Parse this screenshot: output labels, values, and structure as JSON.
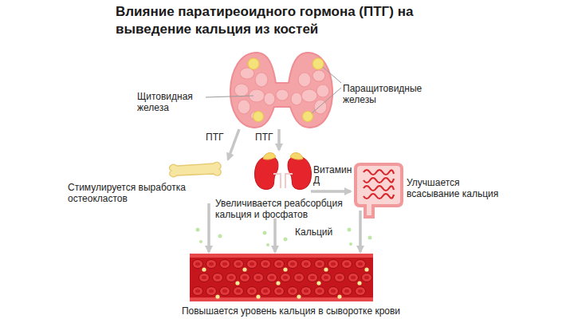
{
  "diagram": {
    "title": "Влияние паратиреоидного гормона (ПТГ) на выведение кальция из костей",
    "nodes": [
      {
        "text": [
          "Щитовидная железа",
          "Паращитовидные железы"
        ]
      },
      {
        "text": [
          "Стимулируется выработка остеокластов"
        ]
      },
      {
        "text": [
          "Увеличивается реабсорбция кальция и фосфатов"
        ]
      },
      {
        "text": [
          "Улучшается всасывание кальция"
        ]
      },
      {
        "text": [
          "Повышается уровень кальция в сыворотке крови"
        ]
      }
    ],
    "edges": [
      {
        "from": 0,
        "to": 1,
        "label": "ПТГ",
        "arrow": "to"
      },
      {
        "from": 0,
        "to": 2,
        "label": "ПТГ",
        "arrow": "to"
      },
      {
        "from": 2,
        "to": 3,
        "label": "Витамин Д",
        "arrow": "to"
      },
      {
        "from": 1,
        "to": 4,
        "arrow": "to"
      },
      {
        "from": 2,
        "to": 4,
        "label": "Кальций",
        "arrow": "to"
      },
      {
        "from": 3,
        "to": 4,
        "arrow": "to"
      }
    ]
  }
}
